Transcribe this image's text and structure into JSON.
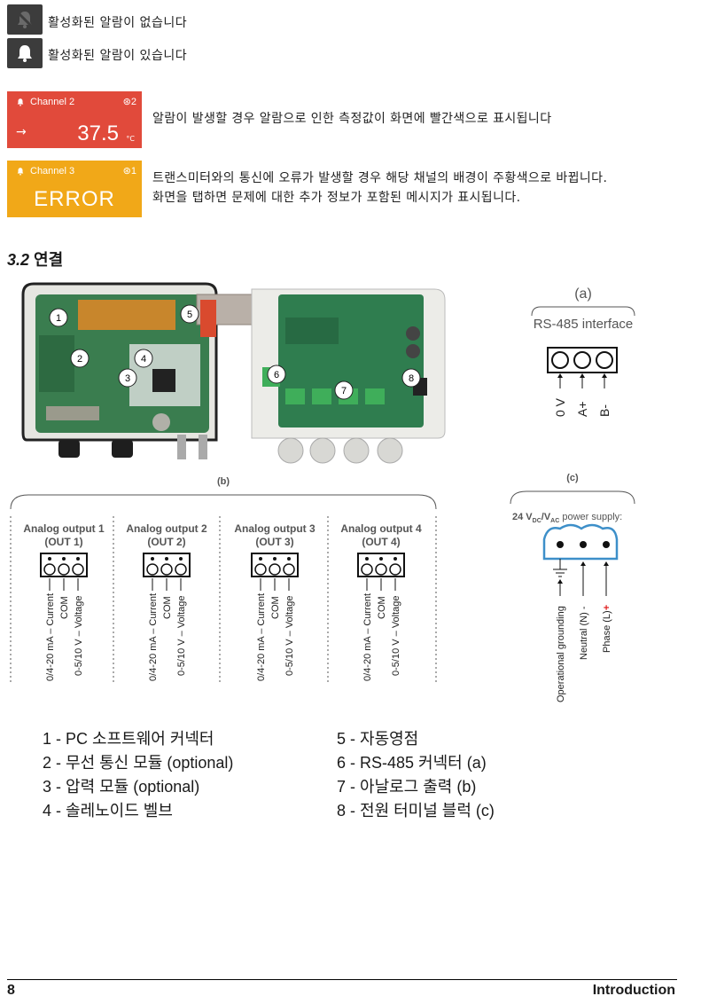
{
  "alarms": {
    "inactive_text": "활성화된 알람이 없습니다",
    "active_text": "활성화된 알람이 있습니다"
  },
  "cards": {
    "red": {
      "channel": "Channel 2",
      "badge": "2",
      "value": "37.5",
      "unit": "°C",
      "description": "알람이 발생할 경우 알람으로 인한 측정값이 화면에 빨간색으로 표시됩니다"
    },
    "orange": {
      "channel": "Channel 3",
      "badge": "1",
      "value": "ERROR",
      "description_line1": "트랜스미터와의 통신에 오류가 발생할 경우 해당 채널의 배경이 주황색으로 바뀝니다.",
      "description_line2": "화면을 탭하면 문제에 대한 추가 정보가 포함된 메시지가 표시됩니다."
    }
  },
  "section": {
    "number": "3.2",
    "title": "연결"
  },
  "photo_callouts": [
    "1",
    "2",
    "3",
    "4",
    "5",
    "6",
    "7",
    "8"
  ],
  "diagram_a": {
    "letter": "(a)",
    "title": "RS-485 interface",
    "pins": [
      "0 V",
      "A+",
      "B-"
    ]
  },
  "diagram_b": {
    "letter": "(b)",
    "outputs": [
      {
        "name": "Analog output 1",
        "code": "(OUT 1)"
      },
      {
        "name": "Analog output 2",
        "code": "(OUT 2)"
      },
      {
        "name": "Analog output 3",
        "code": "(OUT 3)"
      },
      {
        "name": "Analog output 4",
        "code": "(OUT 4)"
      }
    ],
    "pins": [
      "0/4-20 mA – Current",
      "COM",
      "0-5/10 V – Voltage"
    ]
  },
  "diagram_c": {
    "letter": "(c)",
    "supply_prefix": "24 V",
    "supply_dc": "DC",
    "supply_sep": "/V",
    "supply_ac": "AC",
    "supply_suffix": " power supply:",
    "pins": [
      "Operational grounding",
      "Neutral (N) -",
      "Phase (L)"
    ],
    "phase_plus": "+"
  },
  "legend_left": [
    "1 - PC 소프트웨어 커넥터",
    "2 - 무선 통신 모듈 (optional)",
    "3 - 압력 모듈 (optional)",
    "4 - 솔레노이드 벨브"
  ],
  "legend_right": [
    "5 - 자동영점",
    "6 - RS-485 커넥터 (a)",
    "7 - 아날로그 출력 (b)",
    "8 - 전원 터미널 블럭 (c)"
  ],
  "footer": {
    "page": "8",
    "section": "Introduction"
  },
  "colors": {
    "alarm_red": "#e14a3b",
    "error_orange": "#f1a818",
    "icon_dark": "#3c3c3c",
    "board_green": "#2f7d4f",
    "terminal_blue": "#3d8fc9",
    "phase_red": "#e02020"
  }
}
